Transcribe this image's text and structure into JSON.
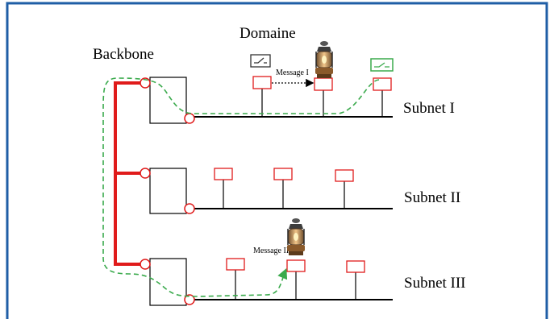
{
  "labels": {
    "domain": "Domaine",
    "backbone": "Backbone",
    "message1": "Message I",
    "message2": "Message II"
  },
  "subnets": [
    {
      "name": "Subnet I",
      "nodes": 3
    },
    {
      "name": "Subnet II",
      "nodes": 3
    },
    {
      "name": "Subnet III",
      "nodes": 3
    }
  ],
  "colors": {
    "frame": "#1f5ea6",
    "backbone": "#e01b1b",
    "node": "#e01b1b",
    "path": "#3aaa4c",
    "line": "#000000",
    "switch_active": "#3aaa4c",
    "switch_idle": "#333333"
  },
  "icons": [
    "lantern-icon",
    "switch-icon"
  ]
}
